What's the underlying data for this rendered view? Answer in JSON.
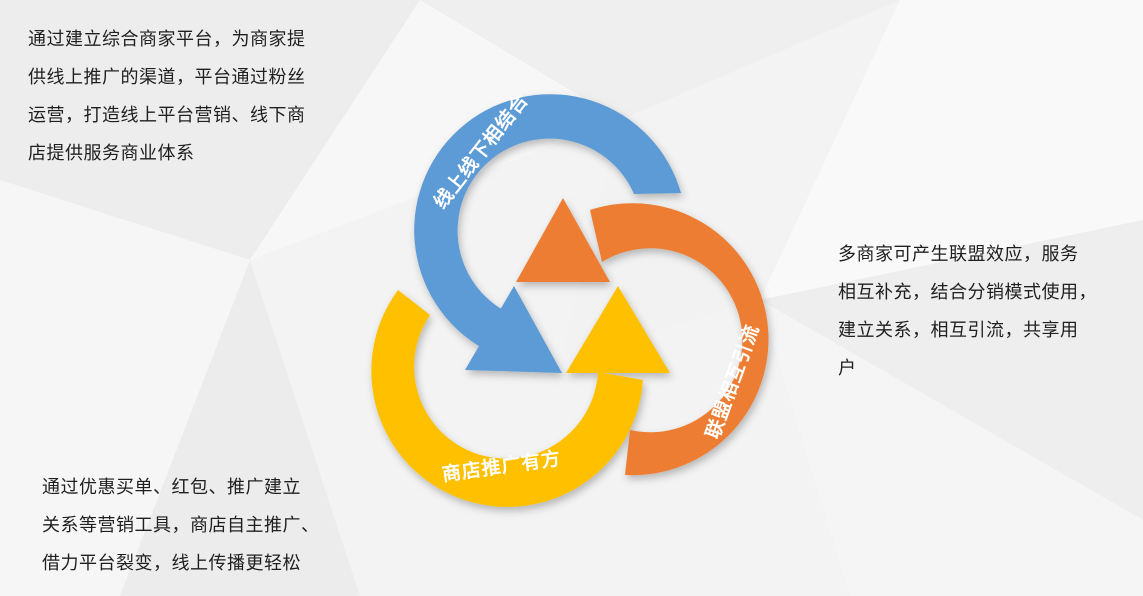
{
  "cycle": {
    "segments": [
      {
        "name": "blue",
        "label": "线上线下相结合",
        "color": "#5b9bd5"
      },
      {
        "name": "orange",
        "label": "联盟相互引流",
        "color": "#ed7d31"
      },
      {
        "name": "yellow",
        "label": "商店推广有方",
        "color": "#ffc000"
      }
    ]
  },
  "descriptions": {
    "top_left": "通过建立综合商家平台，为商家提\n供线上推广的渠道，平台通过粉丝\n运营，打造线上平台营销、线下商\n店提供服务商业体系",
    "right": "多商家可产生联盟效应，服务\n相互补充，结合分销模式使用，\n建立关系，相互引流，共享用\n户",
    "bottom_left": "通过优惠买单、红包、推广建立\n关系等营销工具，商店自主推广、\n借力平台裂变，线上传播更轻松"
  }
}
